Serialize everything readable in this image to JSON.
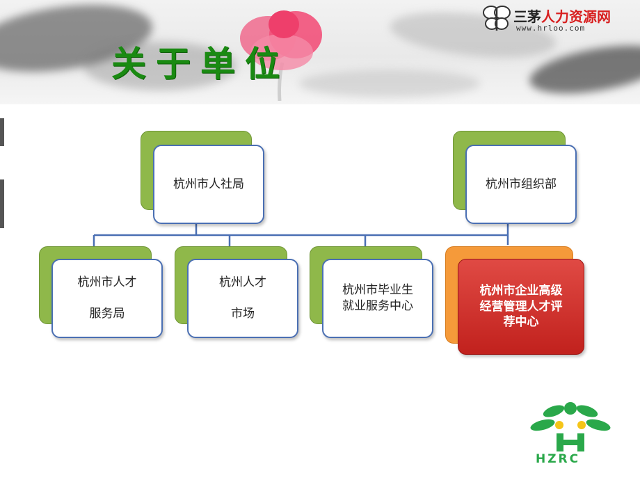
{
  "header": {
    "title": "关于单位",
    "brand": {
      "name_black": "三茅",
      "name_red": "人力资源网",
      "url": "www.hrloo.com"
    }
  },
  "org_chart": {
    "top_nodes": [
      {
        "id": "hrss",
        "label": "杭州市人社局"
      },
      {
        "id": "org",
        "label": "杭州市组织部"
      }
    ],
    "child_nodes": [
      {
        "id": "talent-bureau",
        "label": "杭州市人才\n\n服务局"
      },
      {
        "id": "talent-market",
        "label": "杭州人才\n\n市场"
      },
      {
        "id": "graduate-center",
        "label": "杭州市毕业生\n就业服务中心"
      },
      {
        "id": "senior-talent-center",
        "label": "杭州市企业高级\n经营管理人才评\n荐中心"
      }
    ]
  },
  "logo": {
    "text": "HZRC"
  },
  "colors": {
    "title_green": "#1a8a12",
    "box_green": "#8fb84a",
    "box_blue_border": "#4a6fb3",
    "highlight_red": "#c1211d",
    "highlight_orange": "#f59a3a"
  }
}
